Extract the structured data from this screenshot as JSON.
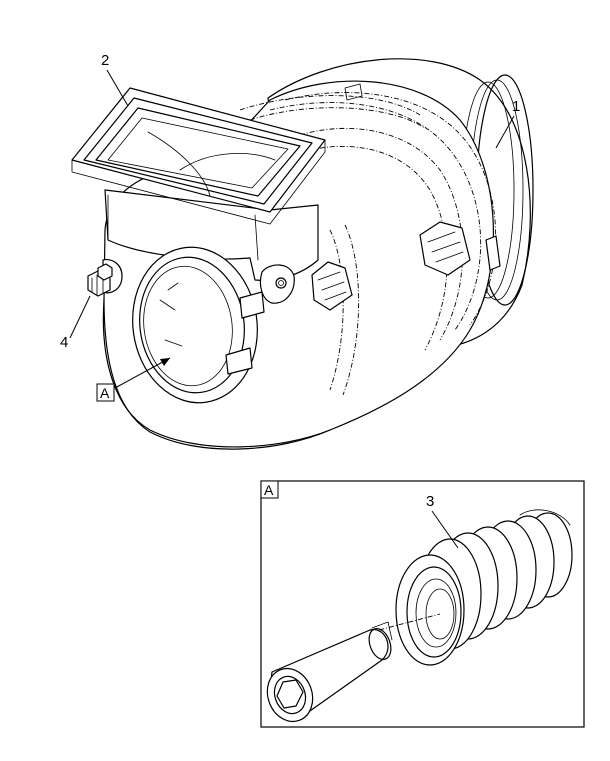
{
  "callouts": {
    "part1": "1",
    "part2": "2",
    "part3": "3",
    "part4": "4",
    "view_ref": "A"
  },
  "detail_view": {
    "label": "A"
  }
}
